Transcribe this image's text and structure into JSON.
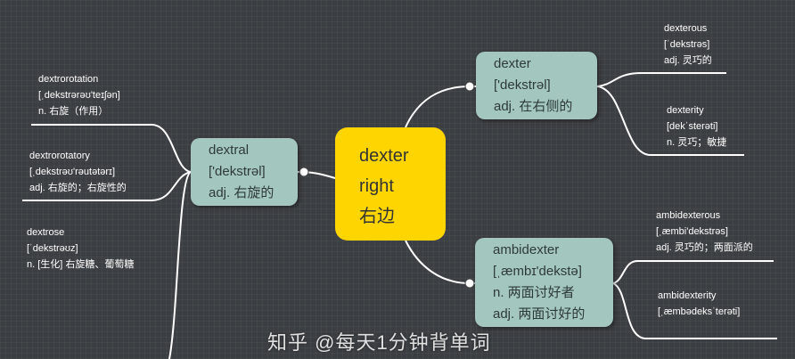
{
  "center": {
    "lines": [
      "dexter",
      "right",
      "右边"
    ],
    "color": "#ffd500"
  },
  "branches": [
    {
      "lines": [
        "dextral",
        "['dekstrəl]",
        "adj. 右旋的"
      ],
      "children": [
        {
          "lines": [
            "dextrorotation",
            "[ˌdekstrərəʊ'teɪʃən]",
            "n. 右旋（作用）"
          ]
        },
        {
          "lines": [
            "dextrorotatory",
            "[ˌdekstrəʊ'rəutətərɪ]",
            "adj. 右旋的；右旋性的"
          ]
        },
        {
          "lines": [
            "dextrose",
            "[ˈdekstrəʊz]",
            "n. [生化] 右旋糖、葡萄糖"
          ]
        }
      ]
    },
    {
      "lines": [
        "dexter",
        "['dekstrəl]",
        "adj. 在右侧的"
      ],
      "children": [
        {
          "lines": [
            "dexterous",
            "[ˈdekstrəs]",
            "adj. 灵巧的"
          ]
        },
        {
          "lines": [
            "dexterity",
            "[dekˈsterəti]",
            "n. 灵巧；敏捷"
          ]
        }
      ]
    },
    {
      "lines": [
        "ambidexter",
        "[ˌæmbɪ'dekstə]",
        "n. 两面讨好者",
        "adj. 两面讨好的"
      ],
      "children": [
        {
          "lines": [
            "ambidexterous",
            "[ˌæmbi'dekstrəs]",
            "adj. 灵巧的；两面派的"
          ]
        },
        {
          "lines": [
            "ambidexterity",
            "[ˌæmbədeksˈterəti]"
          ]
        }
      ]
    }
  ],
  "node_color": "#a3c6be",
  "watermark": "知乎 @每天1分钟背单词"
}
